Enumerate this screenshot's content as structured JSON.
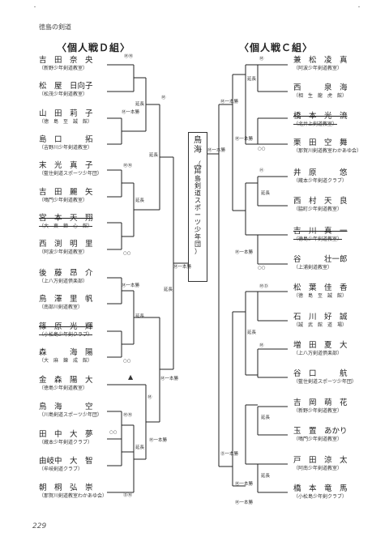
{
  "header": "徳島の剣道",
  "corner_marks": [
    "・",
    "・"
  ],
  "page_number": "229",
  "sections": {
    "left": "〈個人戦Ｄ組〉",
    "right": "〈個人戦Ｃ組〉"
  },
  "winner": {
    "name": "鳥海　空",
    "team": "（川島剣道スポーツ少年団）"
  },
  "left_players": [
    {
      "name": "吉　田　奈　央",
      "team": "（新野少年剣道教室）"
    },
    {
      "name": "松　屋　日向子",
      "team": "（松茂少年剣道教室）"
    },
    {
      "name": "山　田　莉　子",
      "team": "（徳　島　至　誠　館）"
    },
    {
      "name": "島　口　　　拓",
      "team": "（吉野川少年剣道教室）"
    },
    {
      "name": "末　光　真　子",
      "team": "（藍住剣道スポーツ少年団）"
    },
    {
      "name": "吉　田　麗　矢",
      "team": "（鳴門少年剣道教室）"
    },
    {
      "name": "宮　本　天　翔",
      "team": "（大　東　錬　心　館）"
    },
    {
      "name": "西　渕　明　里",
      "team": "（阿波少年剣道教室）"
    },
    {
      "name": "後　藤　昂　介",
      "team": "（上八万剣道倶楽部）"
    },
    {
      "name": "鳥　澤　里　帆",
      "team": "（南部川剣道教室）"
    },
    {
      "name": "篠　原　光　輝",
      "team": "（小松島少年剣クラブ）"
    },
    {
      "name": "森　　　海　陽",
      "team": "（大　麻　錬　成　館）"
    },
    {
      "name": "金　森　陽　大",
      "team": "（徳島少年剣道教室）"
    },
    {
      "name": "鳥　海　　　空",
      "team": "（川島剣道スポーツ少年団）"
    },
    {
      "name": "田　中　大　夢",
      "team": "（蔵本少年剣道クラブ）"
    },
    {
      "name": "由岐中　大　智",
      "team": "（牟岐剣道クラブ）"
    },
    {
      "name": "朝　桐　弘　崇",
      "team": "（那賀川剣道教室わかあゆ会）"
    }
  ],
  "right_players": [
    {
      "name": "兼　松　凌　真",
      "team": "（阿波少年剣道教室）"
    },
    {
      "name": "西　　　泉　海",
      "team": "（相　生　龍　虎　館）"
    },
    {
      "name": "橋　本　光　流",
      "team": "（北井上剣道教室）"
    },
    {
      "name": "栗　田　空　舞",
      "team": "（那賀川剣道教室わかあゆ会）"
    },
    {
      "name": "井　原　　　悠",
      "team": "（蔵本少年剣道クラブ）"
    },
    {
      "name": "西　村　天　良",
      "team": "（脇町少年剣道教室）"
    },
    {
      "name": "吉　川　真　一",
      "team": "（徳島少年剣道教室）"
    },
    {
      "name": "谷　　　壮一郎",
      "team": "（上浦剣道教室）"
    },
    {
      "name": "松　葉　佳　香",
      "team": "（徳　島　至　誠　館）"
    },
    {
      "name": "石　川　好　誠",
      "team": "（誠　武　館　道　場）"
    },
    {
      "name": "増　田　夏　大",
      "team": "（上八万剣道倶楽部）"
    },
    {
      "name": "谷　口　　　航",
      "team": "（藍住剣道スポーツ少年団）"
    },
    {
      "name": "吉　岡　萌　花",
      "team": "（新野少年剣道教室）"
    },
    {
      "name": "玉　置　あかり",
      "team": "（鳴門少年剣道教室）"
    },
    {
      "name": "戸　田　涼　太",
      "team": "（阿南少年剣道教室）"
    },
    {
      "name": "橋　本　竜　馬",
      "team": "（小松島少年剣クラブ）"
    }
  ],
  "marks": {
    "m1": "ⓂⓂ",
    "m2": "Ⓜ一本勝",
    "m3": "延長",
    "m4": "Ⓜ",
    "m5": "延長",
    "m6": "ⓂⓂ",
    "m7": "延長",
    "m8": "○○",
    "m9": "延長",
    "m10": "Ⓜ一本勝",
    "m11": "延長",
    "m12": "Ⓜ一本勝",
    "m13": "○○",
    "m14": "▲",
    "m15": "Ⓜ",
    "m16": "ⓂⓂ",
    "m17": "○○",
    "m18": "延長",
    "m19": "Ⓜ一本勝",
    "m20": "ⒹⓂ",
    "m21": "Ⓜ一本勝",
    "r1": "Ⓜ",
    "r2": "延長",
    "r3": "Ⓜ一本勝",
    "r4": "Ⓜ一本勝",
    "r5": "○○",
    "r6": "Ⓜ一本勝",
    "r7": "Ⓗ",
    "r8": "延長",
    "r9": "Ⓜ一本勝",
    "r10": "○○",
    "r11": "ⓂⒹ",
    "r12": "延長",
    "r13": "Ⓜ",
    "r14": "延長",
    "r15": "Ⓓ一本勝",
    "r16": "延長",
    "r17": "Ⓜ一本勝",
    "r18": "Ⓜ一本勝"
  }
}
